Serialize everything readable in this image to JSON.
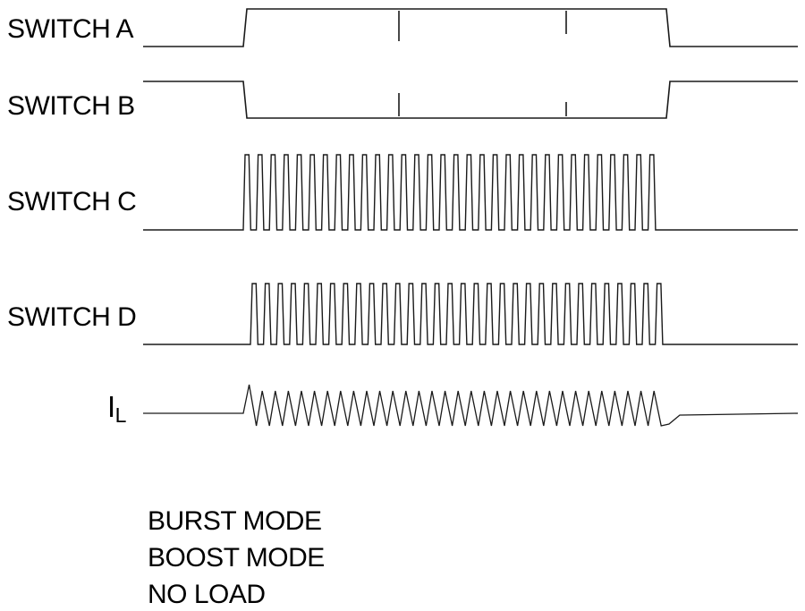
{
  "colors": {
    "trace": "#1a1a1a",
    "text": "#1a1a1a",
    "background": "#ffffff"
  },
  "traces": [
    {
      "id": "switch-a",
      "label": "SWITCH A"
    },
    {
      "id": "switch-b",
      "label": "SWITCH B"
    },
    {
      "id": "switch-c",
      "label": "SWITCH C"
    },
    {
      "id": "switch-d",
      "label": "SWITCH D"
    }
  ],
  "inductor_current": {
    "symbol": "I",
    "subscript": "L"
  },
  "notes": [
    "BURST MODE",
    "BOOST MODE",
    "NO LOAD"
  ]
}
